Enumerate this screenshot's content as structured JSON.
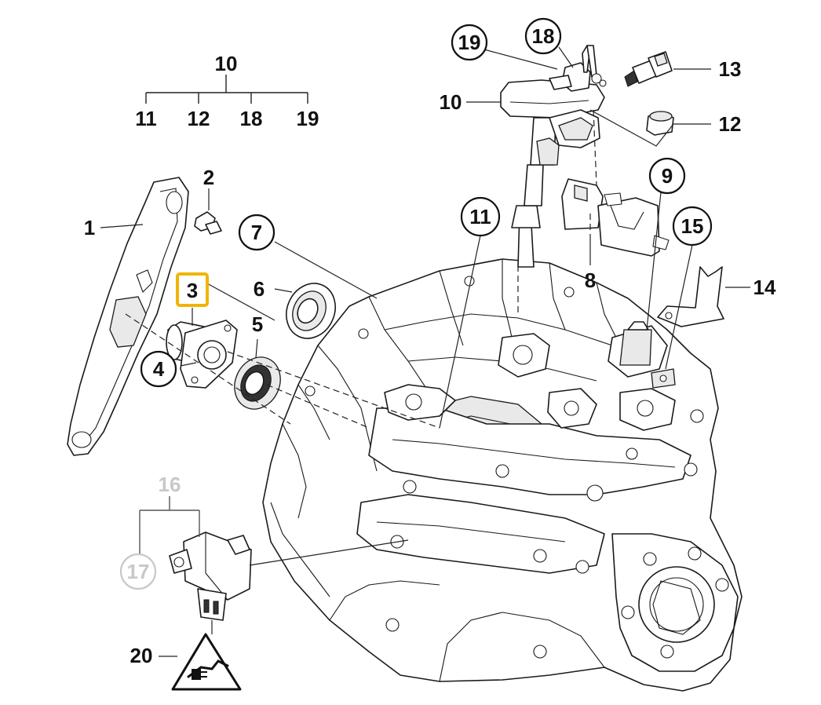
{
  "callouts": {
    "p1": "1",
    "p2": "2",
    "p3": "3",
    "p4": "4",
    "p5": "5",
    "p6": "6",
    "p7": "7",
    "p8": "8",
    "p9": "9",
    "p10_top": "10",
    "p10_side": "10",
    "p11_top": "11",
    "p11_circle": "11",
    "p12_top": "12",
    "p12_side": "12",
    "p13": "13",
    "p14": "14",
    "p15": "15",
    "p16": "16",
    "p17": "17",
    "p18_top": "18",
    "p18_circle": "18",
    "p19_top": "19",
    "p19_circle": "19",
    "p20": "20"
  },
  "highlight_color": "#f0b400",
  "inactive_color": "#c8c8c8",
  "icons": {
    "warning": "electrical-connector-warning-icon"
  }
}
